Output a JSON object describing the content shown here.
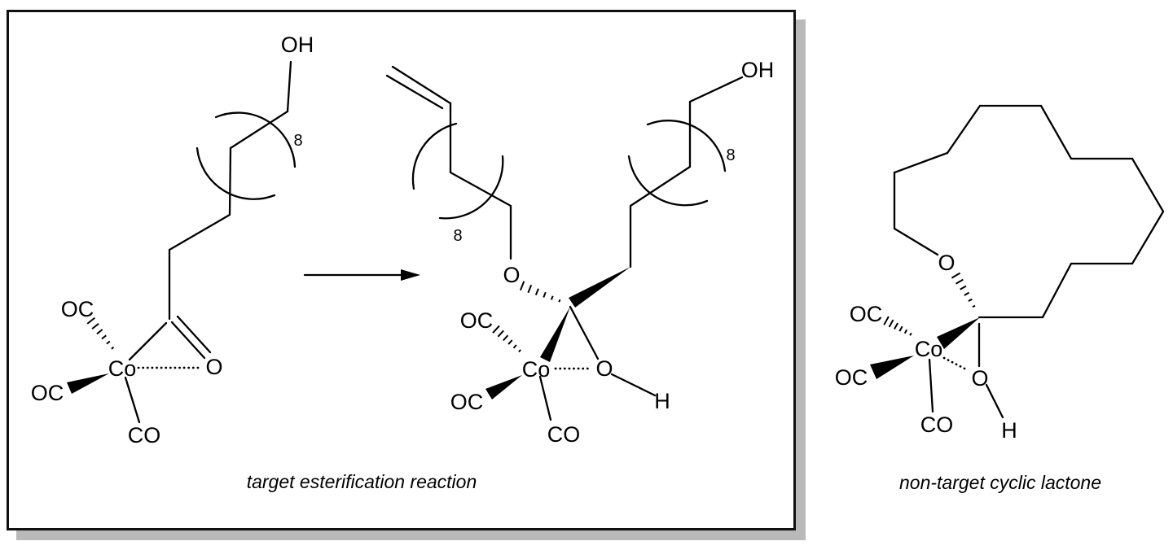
{
  "left_panel": {
    "caption": "target esterification reaction"
  },
  "right_panel": {
    "caption": "non-target cyclic lactone"
  },
  "labels": {
    "hydroxyl": "OH",
    "oxygen": "O",
    "hydrogen": "H",
    "cobalt": "Co",
    "oc": "OC",
    "co": "CO"
  },
  "repeat_count": "8",
  "colors": {
    "line": "#000000",
    "box_border": "#111111",
    "shadow": "#b9b9b9",
    "background": "#ffffff"
  }
}
